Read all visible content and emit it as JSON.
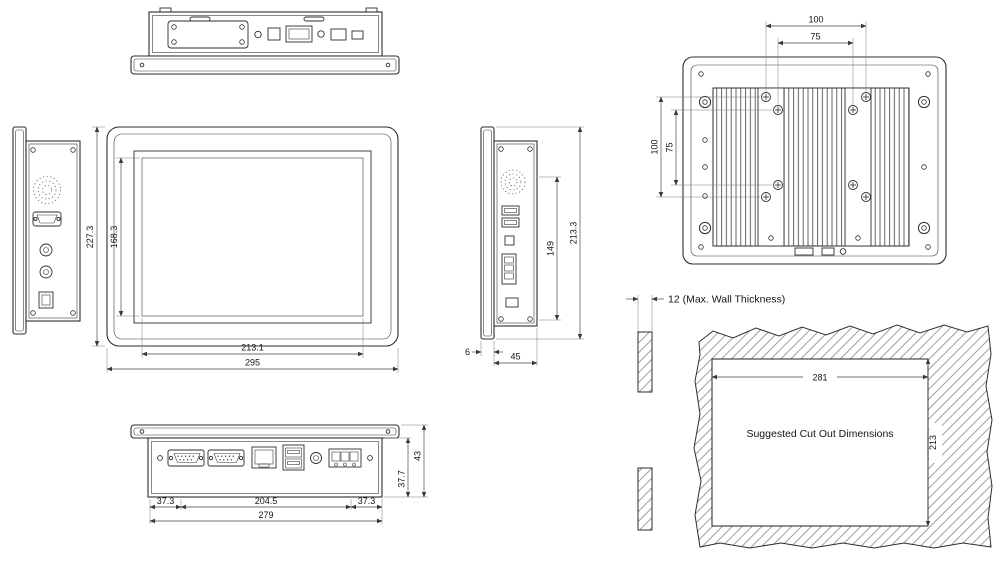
{
  "front_view": {
    "outer_height": "227.3",
    "display_height": "168.3",
    "display_width": "213.1",
    "outer_width": "295"
  },
  "side_view": {
    "io_height": "149",
    "overall_height": "213.3",
    "body_depth": "45",
    "bezel_depth": "6"
  },
  "rear_view": {
    "mount_width_outer": "100",
    "mount_width_inner": "75",
    "mount_height_outer": "100",
    "mount_height_inner": "75"
  },
  "bottom_view": {
    "left_offset": "37.3",
    "io_width": "204.5",
    "right_offset": "37.3",
    "overall_width": "279",
    "overall_depth": "43",
    "body_depth": "37.7"
  },
  "wall_note": {
    "label": "12 (Max. Wall Thickness)"
  },
  "cutout": {
    "width": "281",
    "height": "213",
    "label": "Suggested Cut Out Dimensions"
  }
}
